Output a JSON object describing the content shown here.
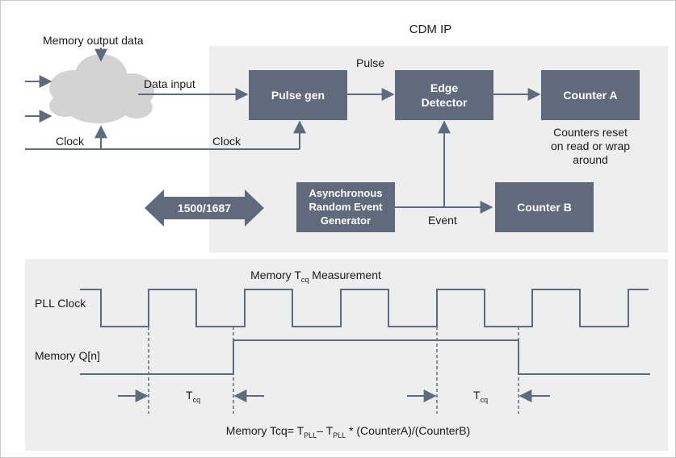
{
  "colors": {
    "panel": "#eeeeee",
    "box": "#5f6b7d",
    "line": "#5f6b7d",
    "text": "#1a1a1a",
    "box_text": "#ffffff",
    "cloud": "#d3d3d3"
  },
  "top": {
    "title": "CDM IP",
    "cloud_in_label": "Memory output data",
    "data_input_label": "Data input",
    "pulse_label": "Pulse",
    "clock_left_label": "Clock",
    "clock_mid_label": "Clock",
    "event_label": "Event",
    "reset_note": [
      "Counters reset",
      "on read or wrap",
      "around"
    ],
    "boxes": {
      "pulse_gen": [
        "Pulse gen"
      ],
      "edge_detector": [
        "Edge",
        "Detector"
      ],
      "counter_a": [
        "Counter A"
      ],
      "async_gen": [
        "Asynchronous",
        "Random Event",
        "Generator"
      ],
      "counter_b": [
        "Counter B"
      ]
    },
    "bus_label": "1500/1687"
  },
  "bottom": {
    "title_prefix": "Memory T",
    "title_sub": "cq",
    "title_suffix": " Measurement",
    "pll_clock_label": "PLL Clock",
    "memory_q_label": "Memory Q[n]",
    "tcq_main": "T",
    "tcq_sub": "cq",
    "formula": {
      "prefix": "Memory Tcq= T",
      "sub1": "PLL",
      "mid": "– T",
      "sub2": "PLL",
      "suffix": " * (CounterA)/(CounterB)"
    }
  }
}
